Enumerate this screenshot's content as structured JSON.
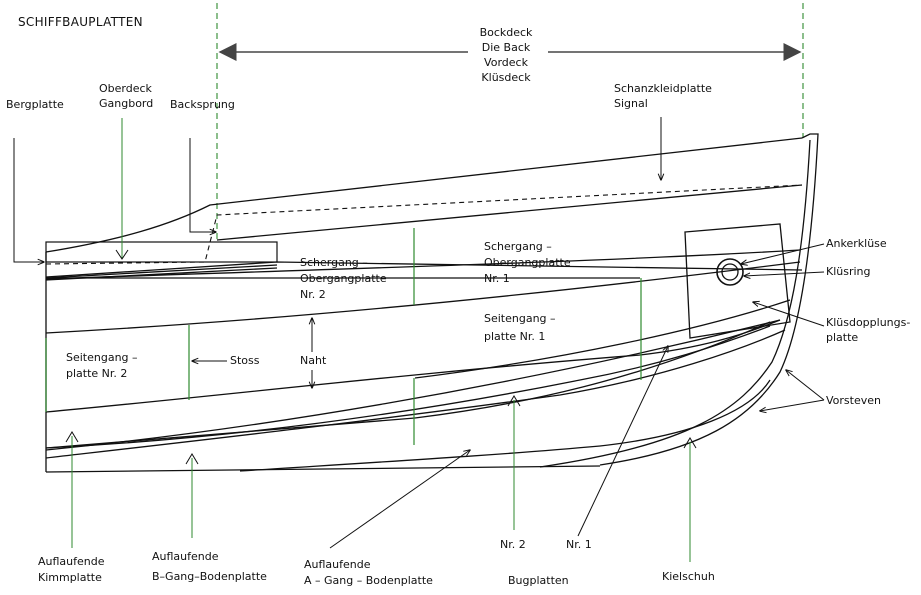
{
  "title": "SCHIFFBAUPLATTEN",
  "labels": {
    "deck_1": "Bockdeck",
    "deck_2": "Die Back",
    "deck_3": "Vordeck",
    "deck_4": "Klüsdeck",
    "bergplatte": "Bergplatte",
    "oberdeck": "Oberdeck",
    "gangbord": "Gangbord",
    "backsprung": "Backsprung",
    "schanzkleid_1": "Schanzkleidplatte",
    "schanzkleid_2": "Signal",
    "ankerkluese": "Ankerklüse",
    "kluesring": "Klüsring",
    "kluesdopplung_1": "Klüsdopplungs-",
    "kluesdopplung_2": "platte",
    "vorsteven": "Vorsteven",
    "schergang2_1": "Schergang –",
    "schergang2_2": "Obergangplatte",
    "schergang2_3": "Nr. 2",
    "schergang1_1": "Schergang –",
    "schergang1_2": "Obergangplatte",
    "schergang1_3": "Nr. 1",
    "seitengang1_1": "Seitengang –",
    "seitengang1_2": "platte Nr. 1",
    "seitengang2_1": "Seitengang –",
    "seitengang2_2": "platte Nr. 2",
    "stoss": "Stoss",
    "naht": "Naht",
    "kimm_1": "Auflaufende",
    "kimm_2": "Kimmplatte",
    "bgang_1": "Auflaufende",
    "bgang_2": "B–Gang–Bodenplatte",
    "agang_1": "Auflaufende",
    "agang_2": "A – Gang – Bodenplatte",
    "nr2": "Nr. 2",
    "nr1": "Nr. 1",
    "bugplatten": "Bugplatten",
    "kielschuh": "Kielschuh"
  }
}
